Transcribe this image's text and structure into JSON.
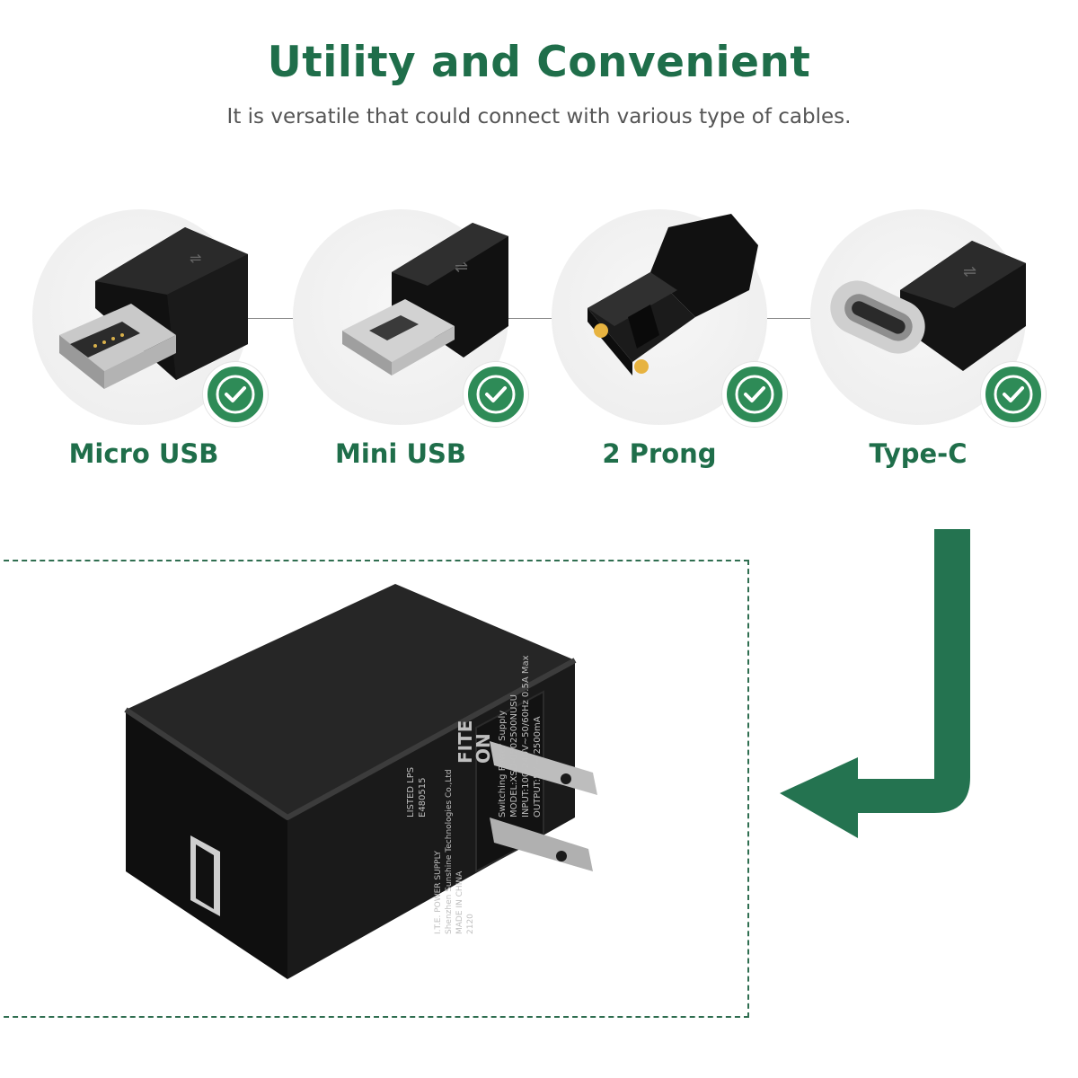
{
  "header": {
    "title": "Utility and Convenient",
    "subtitle": "It is versatile that could connect with various type of cables."
  },
  "connectors": [
    {
      "label": "Micro USB",
      "icon": "micro-usb-plug-icon"
    },
    {
      "label": "Mini USB",
      "icon": "mini-usb-plug-icon"
    },
    {
      "label": "2 Prong",
      "icon": "two-prong-plug-icon"
    },
    {
      "label": "Type-C",
      "icon": "type-c-plug-icon"
    }
  ],
  "adapter": {
    "brand_line1": "FITE",
    "brand_line2": "ON",
    "label_lines": [
      "Switching Power Supply",
      "MODEL:XSD-0502500NUSU",
      "INPUT:100-240V~50/60Hz 0.5A Max",
      "OUTPUT:5V ⎓ 2500mA"
    ],
    "listing_lines": [
      "LISTED LPS",
      "E480515",
      "I.T.E. POWER SUPPLY",
      "Shenzhen Sunshine Technologies Co.,Ltd",
      "MADE IN CHINA"
    ],
    "code": "2120"
  },
  "colors": {
    "brand_green": "#1f6e4a",
    "check_green": "#2e8b57",
    "arrow_green": "#247350"
  }
}
